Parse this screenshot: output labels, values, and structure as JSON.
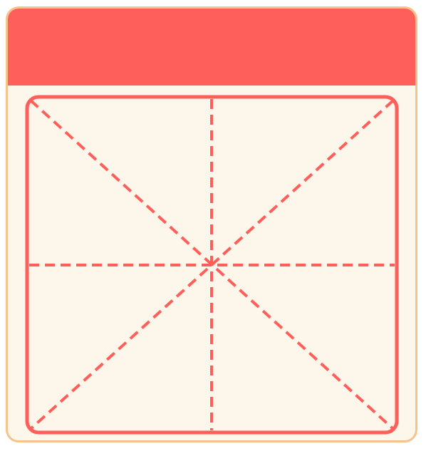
{
  "colors": {
    "card_border": "#F4C48C",
    "card_background": "#FDF6EA",
    "header_fill": "#FF5F5A",
    "grid_stroke": "#FF5F5A"
  },
  "grid": {
    "type": "rice-character-grid",
    "outer_frame": "solid",
    "guide_lines": "dashed",
    "guides": [
      "vertical-center",
      "horizontal-center",
      "diagonal-tl-br",
      "diagonal-tr-bl"
    ]
  }
}
